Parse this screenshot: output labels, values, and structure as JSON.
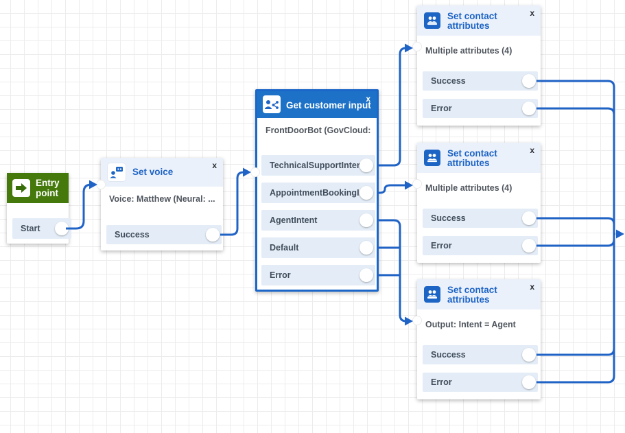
{
  "ui": {
    "close_label": "x"
  },
  "colors": {
    "connector_blue": "#2063c6",
    "selected_header_blue": "#1d72c7",
    "selected_border_blue": "#1b67c9",
    "entry_green": "#45790b",
    "light_header_blue": "#ebf1fb",
    "row_blue": "#e4edf7",
    "title_blue": "#1c63c5",
    "body_text_gray": "#50565e",
    "grid_line": "#ececec"
  },
  "blocks": {
    "entry_point": {
      "title": "Entry point",
      "rows": [
        "Start"
      ]
    },
    "set_voice": {
      "title": "Set voice",
      "subtitle": "Voice: Matthew (Neural: ...",
      "rows": [
        "Success"
      ]
    },
    "get_customer_input": {
      "title": "Get customer input",
      "subtitle": "FrontDoorBot (GovCloud:...",
      "rows": [
        "TechnicalSupportIntent",
        "AppointmentBookingI...",
        "AgentIntent",
        "Default",
        "Error"
      ]
    },
    "set_contact_attributes_top": {
      "title": "Set contact attributes",
      "subtitle": "Multiple attributes (4)",
      "rows": [
        "Success",
        "Error"
      ]
    },
    "set_contact_attributes_middle": {
      "title": "Set contact attributes",
      "subtitle": "Multiple attributes (4)",
      "rows": [
        "Success",
        "Error"
      ]
    },
    "set_contact_attributes_bottom": {
      "title": "Set contact attributes",
      "subtitle": "Output: Intent = Agent",
      "rows": [
        "Success",
        "Error"
      ]
    }
  }
}
